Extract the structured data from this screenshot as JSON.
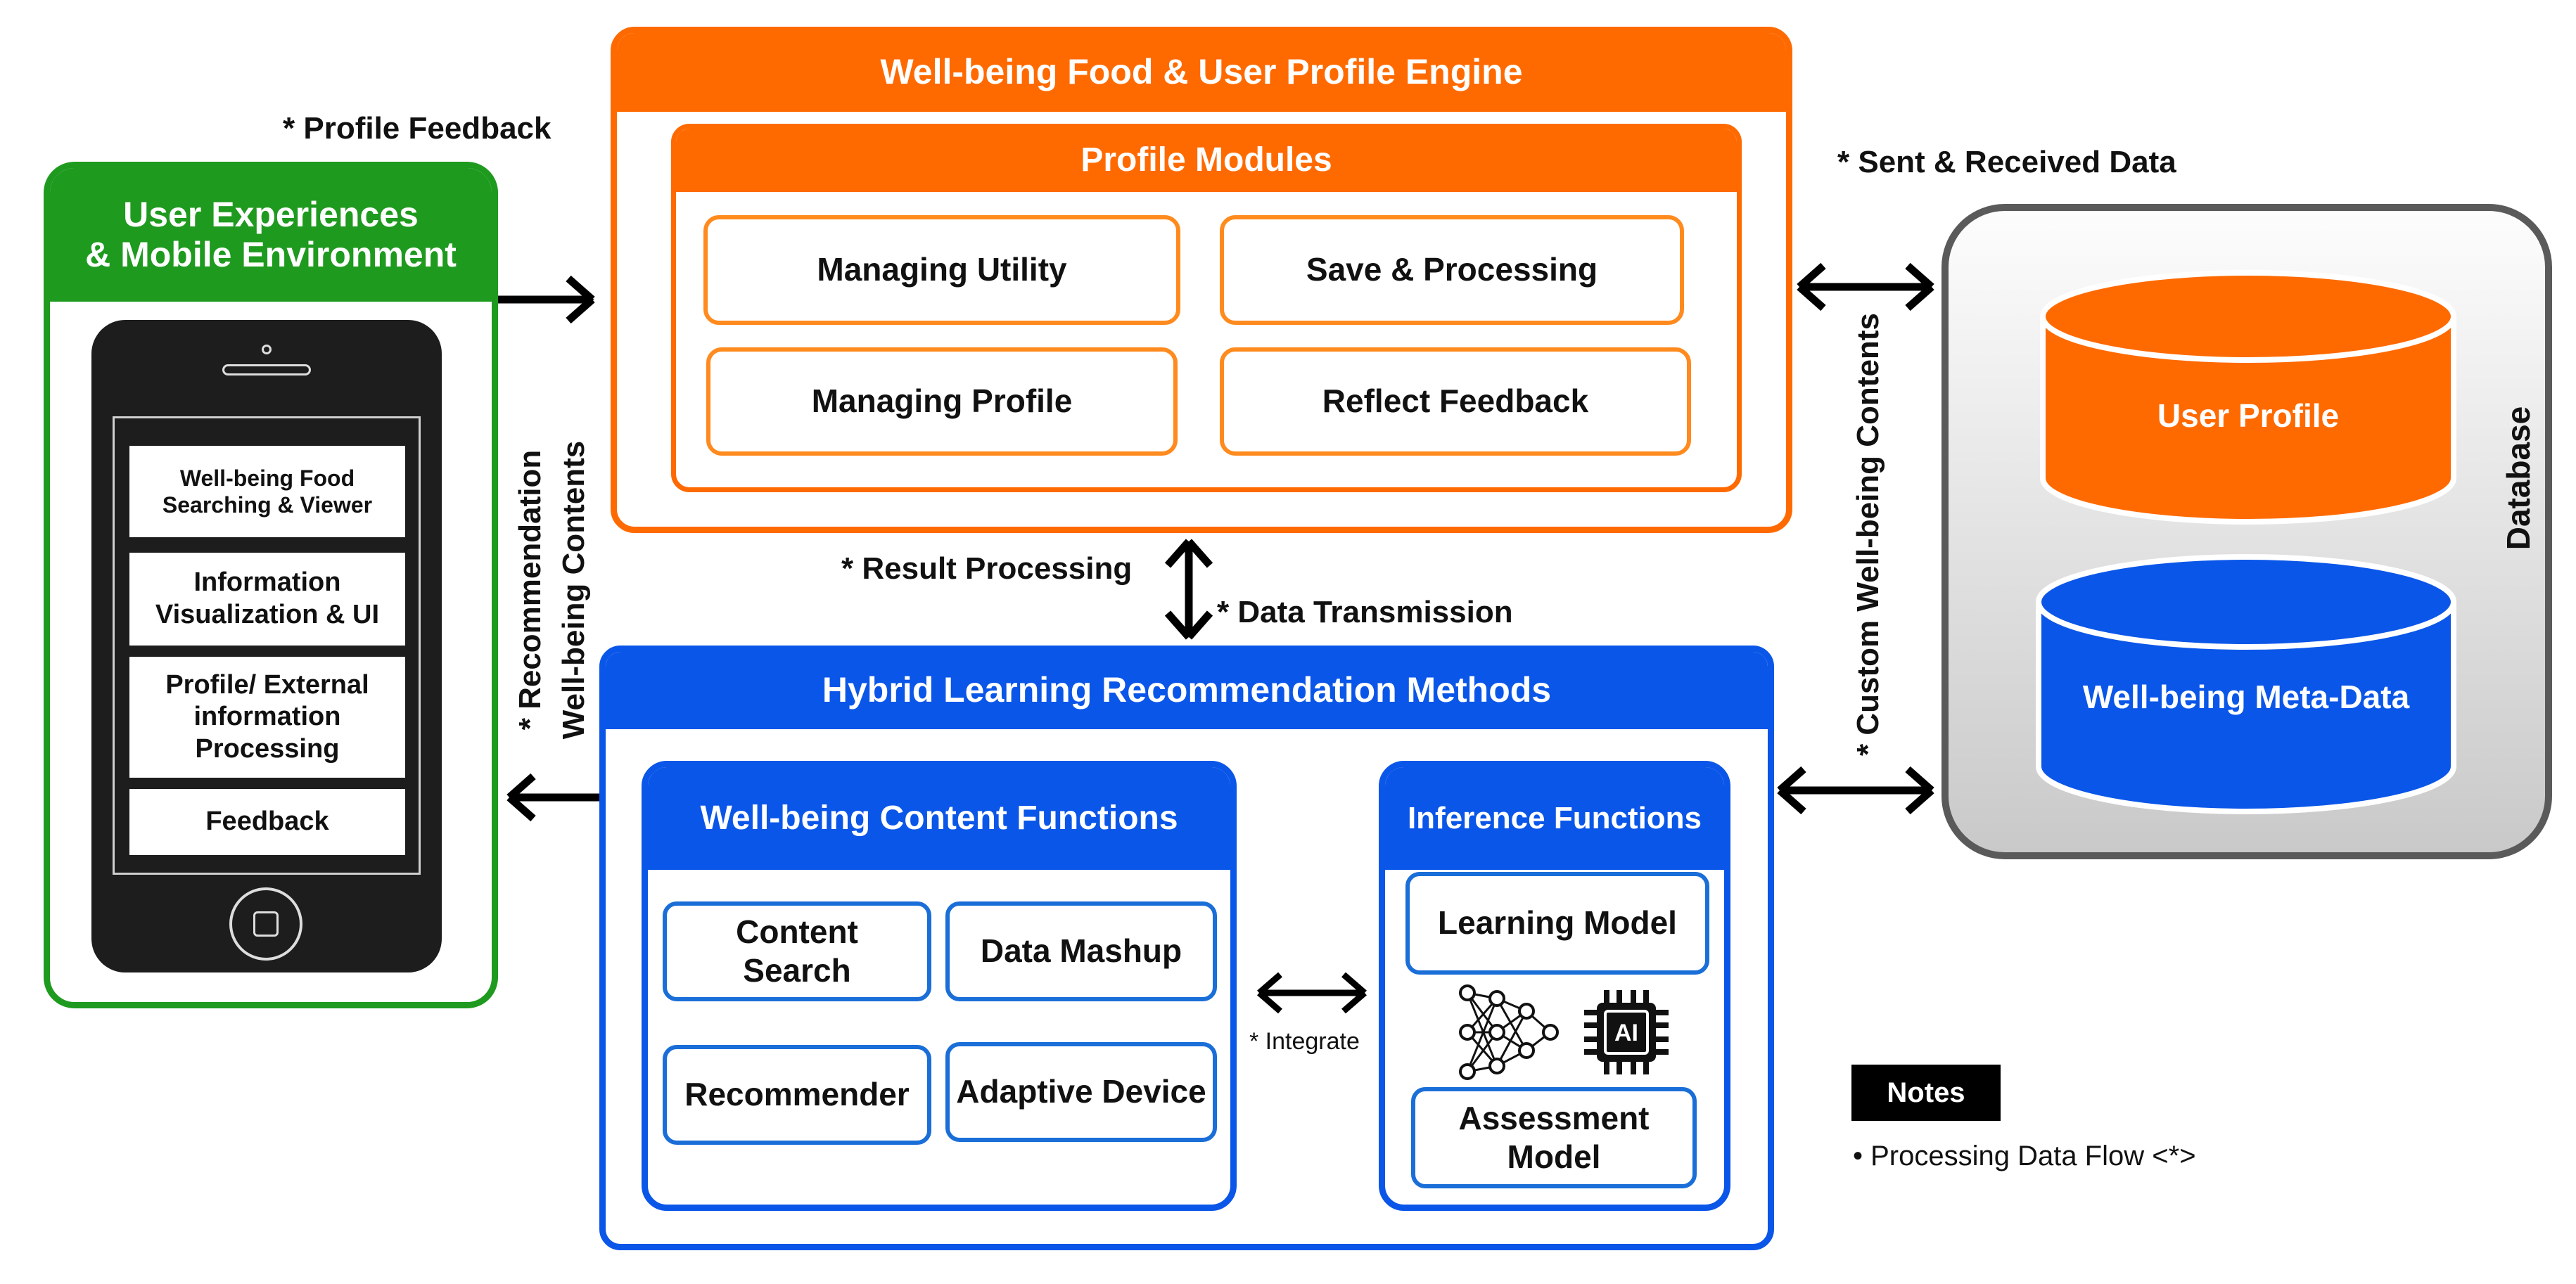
{
  "colors": {
    "green": "#1e9a1e",
    "orange": "#ff6a00",
    "blue": "#0a56e8",
    "gray": "#5a5a5a",
    "black": "#000000"
  },
  "ux": {
    "title": "User Experiences\n& Mobile Environment",
    "items": [
      "Well-being Food\nSearching & Viewer",
      "Information\nVisualization & UI",
      "Profile/ External\ninformation\nProcessing",
      "Feedback"
    ]
  },
  "engine": {
    "title": "Well-being Food & User Profile Engine",
    "modules_title": "Profile Modules",
    "modules": [
      "Managing Utility",
      "Save & Processing",
      "Managing Profile",
      "Reflect Feedback"
    ]
  },
  "hybrid": {
    "title": "Hybrid Learning Recommendation Methods",
    "content_title": "Well-being Content Functions",
    "content_items": [
      "Content\nSearch",
      "Data Mashup",
      "Recommender",
      "Adaptive Device"
    ],
    "inference_title": "Inference Functions",
    "inference_items": [
      "Learning Model",
      "Assessment\nModel"
    ],
    "ai_chip_text": "AI"
  },
  "database": {
    "label": "Database",
    "cylinders": [
      "User Profile",
      "Well-being Meta-Data"
    ]
  },
  "flows": {
    "profile_feedback": "* Profile Feedback",
    "sent_received": "* Sent & Received Data",
    "result_processing": "* Result Processing",
    "data_transmission": "* Data Transmission",
    "recommendation_line1": "* Recommendation",
    "recommendation_line2": "Well-being Contents",
    "custom_contents": "* Custom Well-being Contents",
    "integrate": "* Integrate"
  },
  "notes": {
    "title": "Notes",
    "items": [
      "Processing Data Flow <*>"
    ]
  }
}
